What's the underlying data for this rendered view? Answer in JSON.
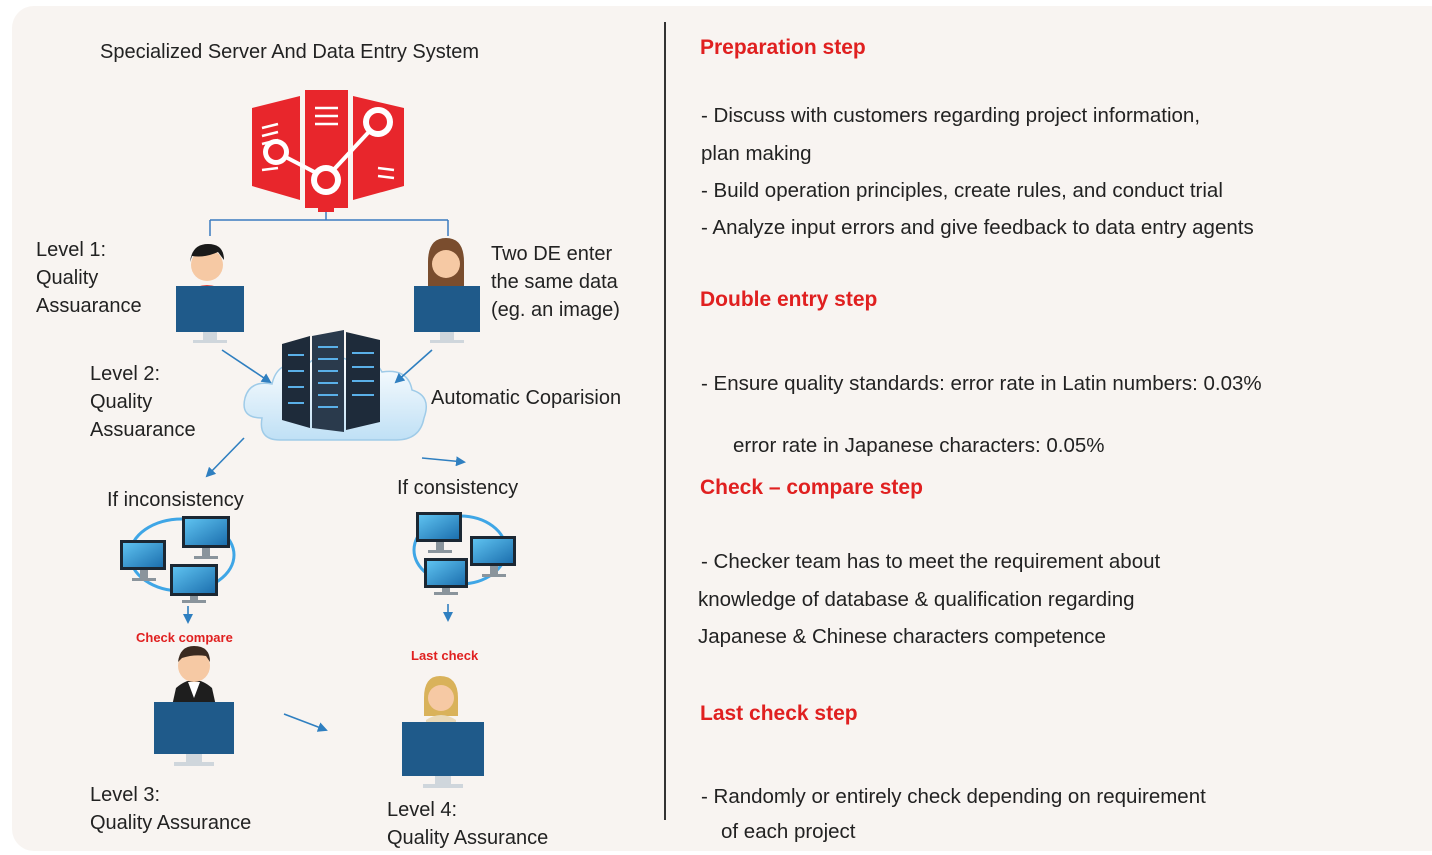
{
  "diagram": {
    "title": "Specialized Server And Data Entry System",
    "icons": {
      "top_server": "red-server-network-icon",
      "central_server": "server-cloud-icon"
    },
    "level1": [
      "Level 1:",
      "Quality",
      "Assuarance"
    ],
    "two_de": [
      "Two DE enter",
      "the same data",
      "(eg. an image)"
    ],
    "level2": [
      "Level 2:",
      "Quality",
      "Assuarance"
    ],
    "auto_compare": "Automatic Coparision",
    "if_inconsistency": "If inconsistency",
    "if_consistency": "If consistency",
    "check_compare": "Check compare",
    "last_check": "Last check",
    "level3": [
      "Level 3:",
      "Quality Assurance"
    ],
    "level4": [
      "Level 4:",
      "Quality Assurance"
    ]
  },
  "steps": [
    {
      "title": "Preparation step",
      "lines": [
        "-  Discuss with customers regarding project information,",
        "plan making",
        "-  Build operation principles, create rules, and conduct trial",
        "-  Analyze input errors and give feedback to data entry agents"
      ]
    },
    {
      "title": "Double entry step",
      "lines": [
        "-  Ensure quality standards: error rate in Latin numbers: 0.03%",
        "error rate in Japanese characters: 0.05%"
      ]
    },
    {
      "title": "Check – compare step",
      "lines": [
        "-  Checker team has to meet the requirement about",
        "knowledge of database & qualification regarding",
        "Japanese & Chinese characters competence"
      ]
    },
    {
      "title": "Last check step",
      "lines": [
        "-  Randomly or entirely check depending on requirement",
        "of each project"
      ]
    }
  ],
  "colors": {
    "accent_red": "#e02020",
    "monitor_blue": "#1f5a8a",
    "arrow_blue": "#2f7fc0",
    "background": "#f8f4f1"
  }
}
